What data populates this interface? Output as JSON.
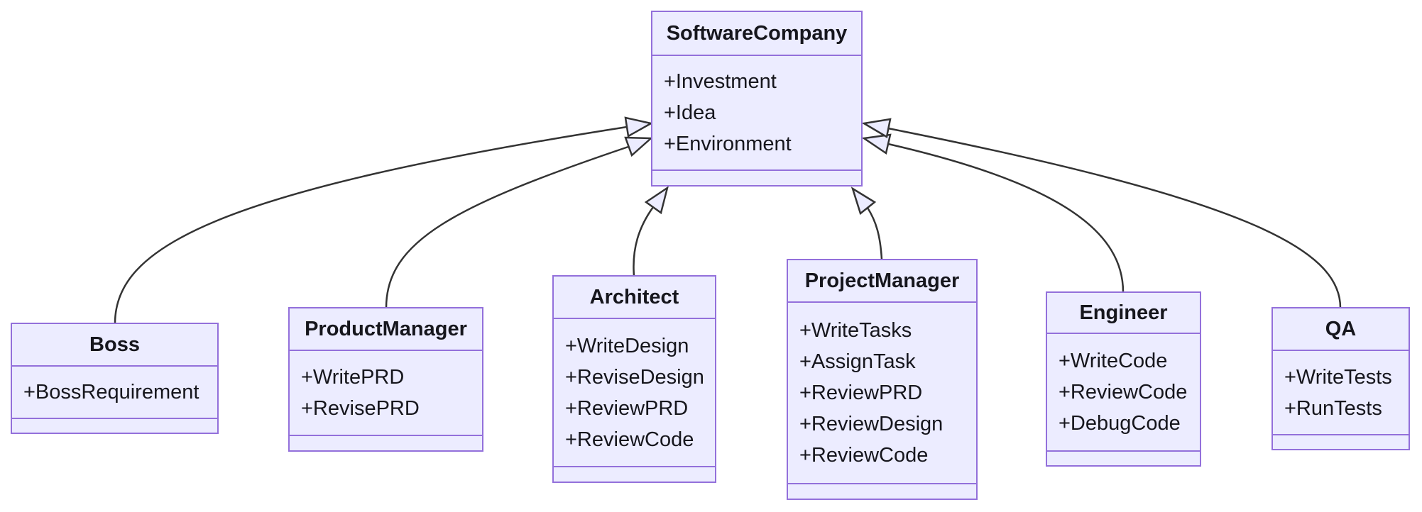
{
  "diagram": {
    "type": "uml-class-diagram",
    "colors": {
      "node_fill": "#ECECFF",
      "node_border": "#9370DB",
      "edge_line": "#333333",
      "arrowhead_fill": "#ECECFF",
      "text": "#16161d",
      "background": "#FFFFFF"
    }
  },
  "classes": [
    {
      "name": "SoftwareCompany",
      "attributes": [
        "+Investment",
        "+Idea",
        "+Environment"
      ],
      "methods": []
    },
    {
      "name": "Boss",
      "attributes": [
        "+BossRequirement"
      ],
      "methods": []
    },
    {
      "name": "ProductManager",
      "attributes": [
        "+WritePRD",
        "+RevisePRD"
      ],
      "methods": []
    },
    {
      "name": "Architect",
      "attributes": [
        "+WriteDesign",
        "+ReviseDesign",
        "+ReviewPRD",
        "+ReviewCode"
      ],
      "methods": []
    },
    {
      "name": "ProjectManager",
      "attributes": [
        "+WriteTasks",
        "+AssignTask",
        "+ReviewPRD",
        "+ReviewDesign",
        "+ReviewCode"
      ],
      "methods": []
    },
    {
      "name": "Engineer",
      "attributes": [
        "+WriteCode",
        "+ReviewCode",
        "+DebugCode"
      ],
      "methods": []
    },
    {
      "name": "QA",
      "attributes": [
        "+WriteTests",
        "+RunTests"
      ],
      "methods": []
    }
  ],
  "relations": [
    {
      "from": "Boss",
      "to": "SoftwareCompany",
      "type": "inheritance"
    },
    {
      "from": "ProductManager",
      "to": "SoftwareCompany",
      "type": "inheritance"
    },
    {
      "from": "Architect",
      "to": "SoftwareCompany",
      "type": "inheritance"
    },
    {
      "from": "ProjectManager",
      "to": "SoftwareCompany",
      "type": "inheritance"
    },
    {
      "from": "Engineer",
      "to": "SoftwareCompany",
      "type": "inheritance"
    },
    {
      "from": "QA",
      "to": "SoftwareCompany",
      "type": "inheritance"
    }
  ]
}
